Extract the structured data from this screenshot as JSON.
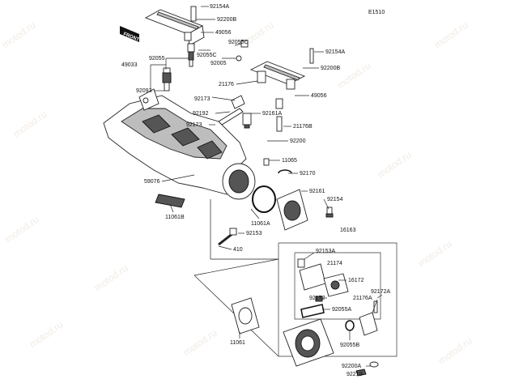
{
  "diagram_code": "E1510",
  "front_tag": "FRONT",
  "watermark": "motod.ru",
  "labels": {
    "p92154A_top": "92154A",
    "p92200B_top": "92200B",
    "p49056_top": "49056",
    "p92055C_a": "92055C",
    "p92055": "92055",
    "p92055C_b": "92055C",
    "p92005": "92005",
    "p49033": "49033",
    "p92093": "92093",
    "p92154A_right": "92154A",
    "p92200B_right": "92200B",
    "p21176": "21176",
    "p49056_right": "49056",
    "p92173_a": "92173",
    "p92192": "92192",
    "p92161A": "92161A",
    "p92173_b": "92173",
    "p21176B": "21176B",
    "p92200": "92200",
    "p11065": "11065",
    "p92170": "92170",
    "p59076": "59076",
    "p92161": "92161",
    "p92154": "92154",
    "p11061B": "11061B",
    "p11061A": "11061A",
    "p92153": "92153",
    "p410": "410",
    "p16163": "16163",
    "p92153A": "92153A",
    "p21174": "21174",
    "p16172": "16172",
    "p92172A": "92172A",
    "p92172": "92172",
    "p21176A": "21176A",
    "p92055A": "92055A",
    "p11061": "11061",
    "p92055B": "92055B",
    "p92200A": "92200A",
    "p92210": "92210"
  }
}
